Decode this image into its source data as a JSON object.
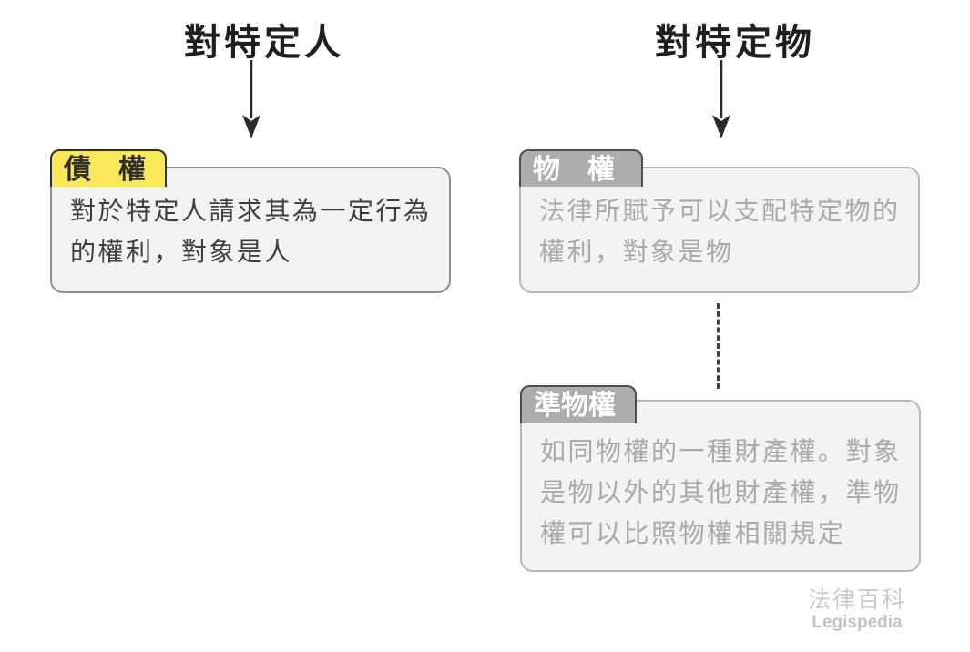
{
  "headers": {
    "left": "對特定人",
    "right": "對特定物"
  },
  "cards": [
    {
      "id": "claim",
      "tab_label": "債　權",
      "body": "對於特定人請求其為一定行為的權利，對象是人",
      "tab_color": "#F8E85A",
      "style": "highlight"
    },
    {
      "id": "right-in-rem",
      "tab_label": "物　權",
      "body": "法律所賦予可以支配特定物的權利，對象是物",
      "tab_color": "#ADADAD",
      "style": "muted"
    },
    {
      "id": "quasi-right-in-rem",
      "tab_label": "準物權",
      "body": "如同物權的一種財產權。對象是物以外的其他財產權，準物權可以比照物權相關規定",
      "tab_color": "#ADADAD",
      "style": "muted"
    }
  ],
  "watermark": {
    "line1": "法律百科",
    "line2": "Legispedia"
  },
  "colors": {
    "highlight_yellow": "#F8E85A",
    "muted_tab_gray": "#ADADAD",
    "box_fill": "#F2F2F2",
    "dark_text": "#3E3E3E",
    "muted_text": "#A9A9A9",
    "watermark_gray": "#C9C9C9",
    "arrow_black": "#2A2A2A"
  }
}
